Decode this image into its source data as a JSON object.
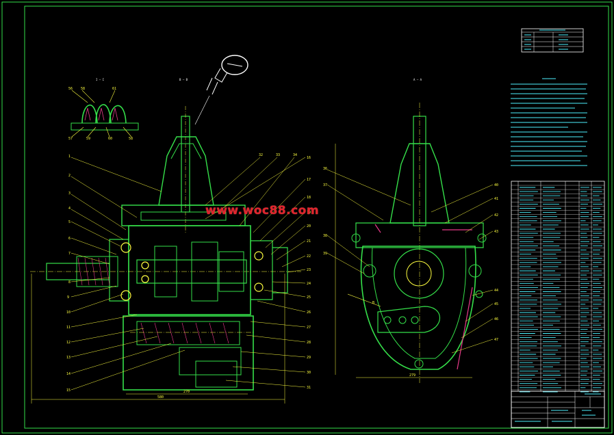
{
  "watermark": "www.woc88.com",
  "views": {
    "section_1": "I — I",
    "section_b": "B — B",
    "section_a": "A — A"
  },
  "dimensions": {
    "d_580": "580",
    "d_270": "270",
    "d_279": "279",
    "d_b": "B"
  },
  "palette": {
    "background": "#000000",
    "outline": "#35e04a",
    "leaders": "#ffff40",
    "hidden": "#e83a8a",
    "text": "#4ef2ff"
  }
}
